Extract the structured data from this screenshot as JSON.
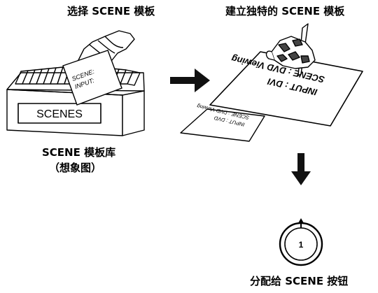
{
  "captions": {
    "select": "选择 SCENE 模板",
    "create": "建立独特的 SCENE 模板",
    "library_line1": "SCENE 模板库",
    "library_line2": "（想象图）",
    "assign": "分配给 SCENE 按钮"
  },
  "box_label": "SCENES",
  "card_small": {
    "line1": "SCENE:",
    "line2": "INPUT:"
  },
  "sheet_large": {
    "line1": "INPUT : DVI",
    "line2": "SCENE : DVD Viewing"
  },
  "sheet_small": {
    "line1": "INPUT : DVD",
    "line2": "SCENE : DVD Viewing"
  },
  "button_number": "1",
  "colors": {
    "ink": "#000000",
    "arrow": "#111111",
    "paper": "#ffffff"
  }
}
